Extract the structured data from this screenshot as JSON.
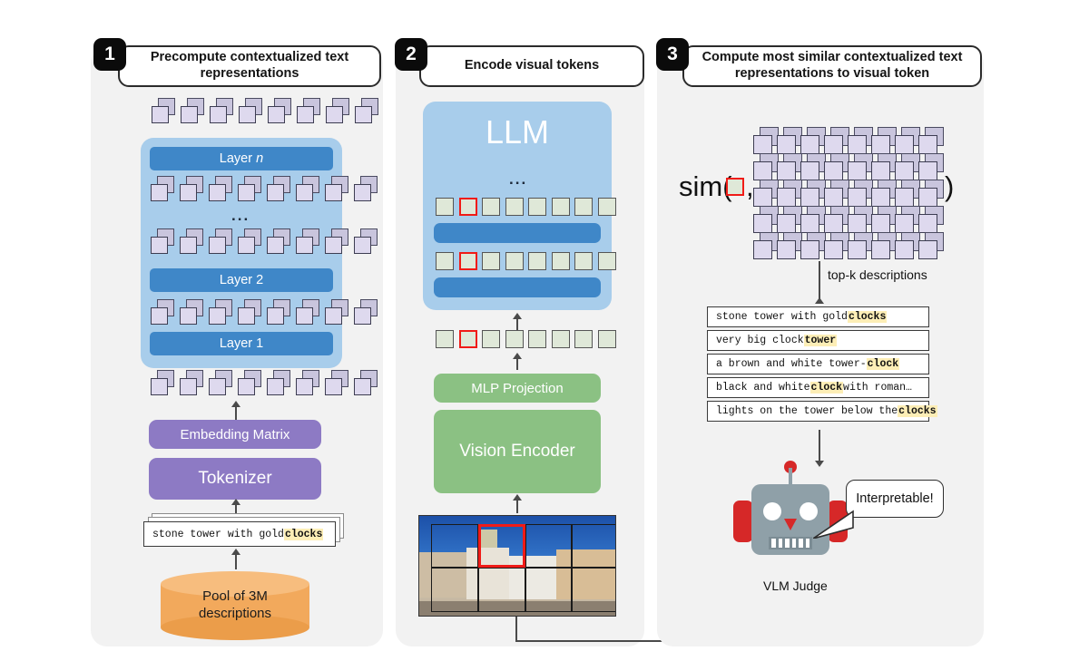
{
  "panels": [
    {
      "number": "1",
      "title": "Precompute contextualized text representations"
    },
    {
      "number": "2",
      "title": "Encode visual tokens"
    },
    {
      "number": "3",
      "title": "Compute most similar contextualized text representations to visual token"
    }
  ],
  "panel1": {
    "layers": [
      {
        "label": "Layer n",
        "italic_tail": "n"
      },
      {
        "label": "Layer 2"
      },
      {
        "label": "Layer 1"
      }
    ],
    "ellipsis": "...",
    "embedding_matrix": "Embedding Matrix",
    "tokenizer": "Tokenizer",
    "description_card": {
      "pre": "stone tower with gold ",
      "highlight": "clocks"
    },
    "pool_line1": "Pool of 3M",
    "pool_line2": "descriptions",
    "token_row_count": 8
  },
  "panel2": {
    "llm_label": "LLM",
    "ellipsis": "...",
    "mlp_projection": "MLP Projection",
    "vision_encoder": "Vision Encoder",
    "visual_token_count": 8,
    "selected_token_index": 1
  },
  "panel3": {
    "sim_prefix": "sim(",
    "sim_middle": ",",
    "sim_suffix": ")",
    "grid_cols": 8,
    "grid_rows": 5,
    "topk_label": "top-k descriptions",
    "descriptions": [
      {
        "pre": "stone tower with gold ",
        "highlight": "clocks",
        "post": ""
      },
      {
        "pre": "very big clock ",
        "highlight": "tower",
        "post": ""
      },
      {
        "pre": "a brown and white tower-",
        "highlight": "clock",
        "post": ""
      },
      {
        "pre": "black and white ",
        "highlight": "clock",
        "post": " with roman…"
      },
      {
        "pre": "lights on the tower below the ",
        "highlight": "clocks",
        "post": ""
      }
    ],
    "bubble_text": "Interpretable!",
    "judge_caption": "VLM Judge"
  },
  "colors": {
    "panel_bg": "#f2f2f2",
    "llm_blue": "#a8cdeb",
    "layer_blue": "#3f87c8",
    "purple": "#8d7ac4",
    "green": "#8bc183",
    "orange": "#f2a95c",
    "token_front": "#ded9ee",
    "token_back": "#c9c5dd",
    "visual_token": "#dfe8d8",
    "highlight_red": "#f01b17",
    "text_highlight": "#fdeeb6",
    "robot_body": "#8fa0a8",
    "robot_accent": "#d62828"
  }
}
